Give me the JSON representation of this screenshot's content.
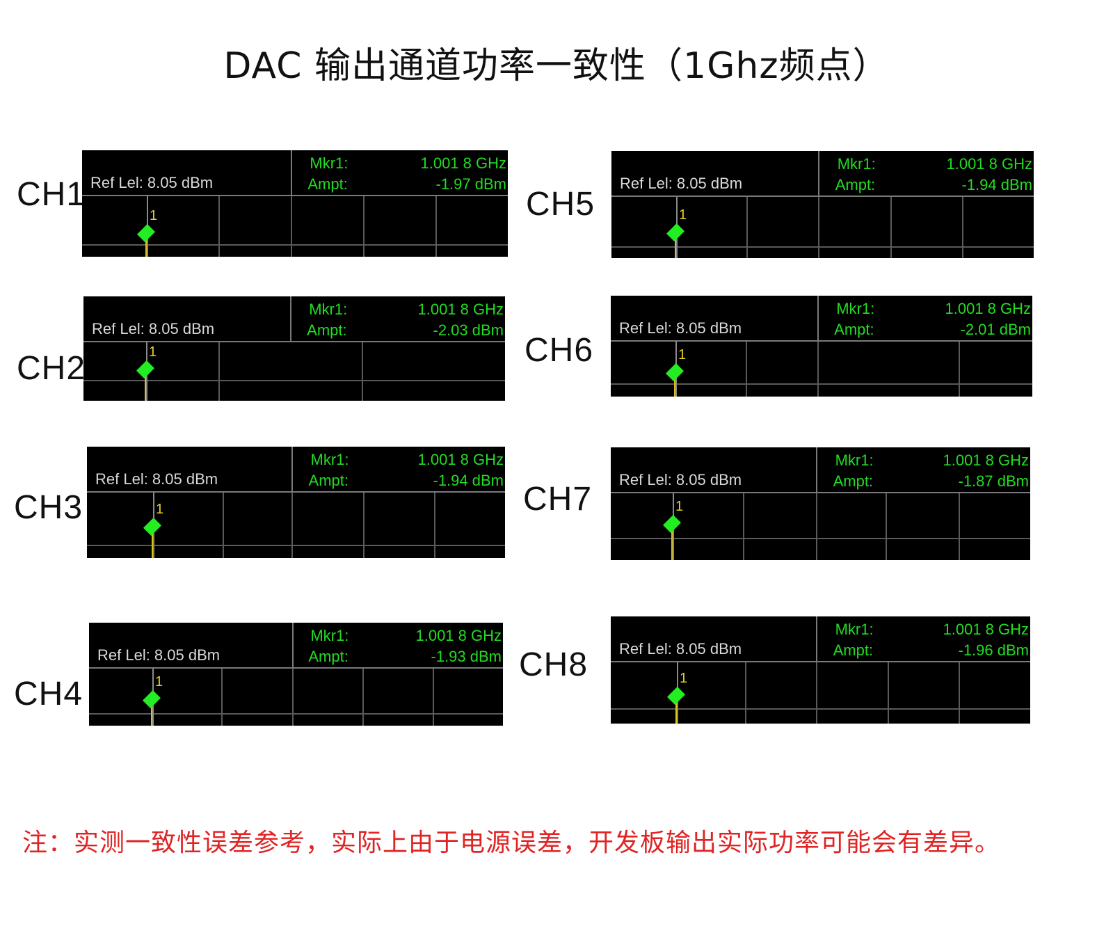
{
  "title": "DAC 输出通道功率一致性（1Ghz频点）",
  "note": "注：实测一致性误差参考，实际上由于电源误差，开发板输出实际功率可能会有差异。",
  "colors": {
    "panel_bg": "#000000",
    "value_green": "#22dd22",
    "ref_gray": "#d9d9d9",
    "marker_green": "#22ee22",
    "trace_yellow": "#d8c11b",
    "note_red": "#e02424"
  },
  "channels": [
    {
      "label": "CH1",
      "ref": "Ref Lel: 8.05 dBm",
      "mkr_label": "Mkr1:",
      "ampt_label": "Ampt:",
      "freq": "1.001 8 GHz",
      "ampt": "-1.97 dBm",
      "marker_number": "1"
    },
    {
      "label": "CH2",
      "ref": "Ref Lel: 8.05 dBm",
      "mkr_label": "Mkr1:",
      "ampt_label": "Ampt:",
      "freq": "1.001 8 GHz",
      "ampt": "-2.03 dBm",
      "marker_number": "1"
    },
    {
      "label": "CH3",
      "ref": "Ref Lel: 8.05 dBm",
      "mkr_label": "Mkr1:",
      "ampt_label": "Ampt:",
      "freq": "1.001 8 GHz",
      "ampt": "-1.94 dBm",
      "marker_number": "1"
    },
    {
      "label": "CH4",
      "ref": "Ref Lel: 8.05 dBm",
      "mkr_label": "Mkr1:",
      "ampt_label": "Ampt:",
      "freq": "1.001 8 GHz",
      "ampt": "-1.93 dBm",
      "marker_number": "1"
    },
    {
      "label": "CH5",
      "ref": "Ref Lel: 8.05 dBm",
      "mkr_label": "Mkr1:",
      "ampt_label": "Ampt:",
      "freq": "1.001 8 GHz",
      "ampt": "-1.94 dBm",
      "marker_number": "1"
    },
    {
      "label": "CH6",
      "ref": "Ref Lel: 8.05 dBm",
      "mkr_label": "Mkr1:",
      "ampt_label": "Ampt:",
      "freq": "1.001 8 GHz",
      "ampt": "-2.01 dBm",
      "marker_number": "1"
    },
    {
      "label": "CH7",
      "ref": "Ref Lel: 8.05 dBm",
      "mkr_label": "Mkr1:",
      "ampt_label": "Ampt:",
      "freq": "1.001 8 GHz",
      "ampt": "-1.87 dBm",
      "marker_number": "1"
    },
    {
      "label": "CH8",
      "ref": "Ref Lel: 8.05 dBm",
      "mkr_label": "Mkr1:",
      "ampt_label": "Ampt:",
      "freq": "1.001 8 GHz",
      "ampt": "-1.96 dBm",
      "marker_number": "1"
    }
  ]
}
